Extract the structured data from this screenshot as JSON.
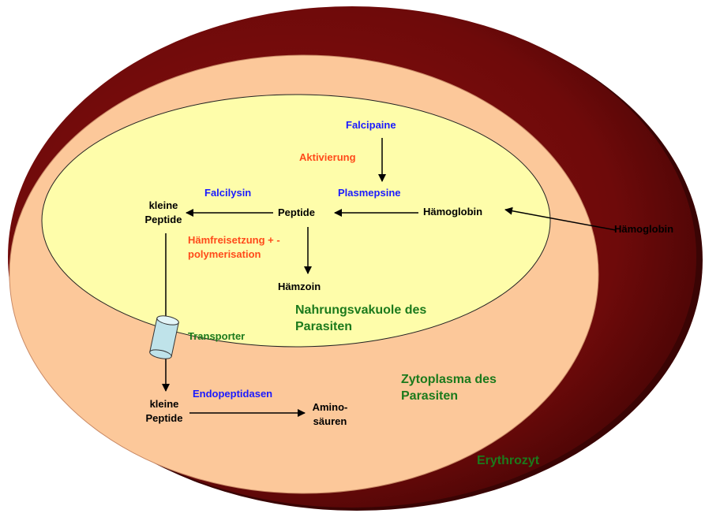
{
  "colors": {
    "erythrocyte": "#6e0a0a",
    "cytoplasm": "#fcc89a",
    "vacuole": "#fefdaa",
    "enzyme_blue": "#1a1aff",
    "process_orange": "#ff4a1a",
    "compartment_green": "#1c7a1c"
  },
  "compartments": {
    "erythrocyte": "Erythrozyt",
    "cytoplasm": "Zytoplasma des Parasiten",
    "vacuole": "Nahrungsvakuole des Parasiten"
  },
  "nodes": {
    "hemoglobin_outside": "Hämoglobin",
    "hemoglobin_inside": "Hämoglobin",
    "peptide": "Peptide",
    "small_peptides_vacuole": "kleine Peptide",
    "hemozoin": "Hämzoin",
    "small_peptides_cytoplasm": "kleine Peptide",
    "amino_acids": "Amino-säuren"
  },
  "enzymes": {
    "falcipaine": "Falcipaine",
    "plasmepsine": "Plasmepsine",
    "falcilysin": "Falcilysin",
    "endopeptidasen": "Endopeptidasen"
  },
  "processes": {
    "aktivierung": "Aktivierung",
    "haem_release": "Hämfreisetzung + -polymerisation",
    "transporter": "Transporter"
  }
}
